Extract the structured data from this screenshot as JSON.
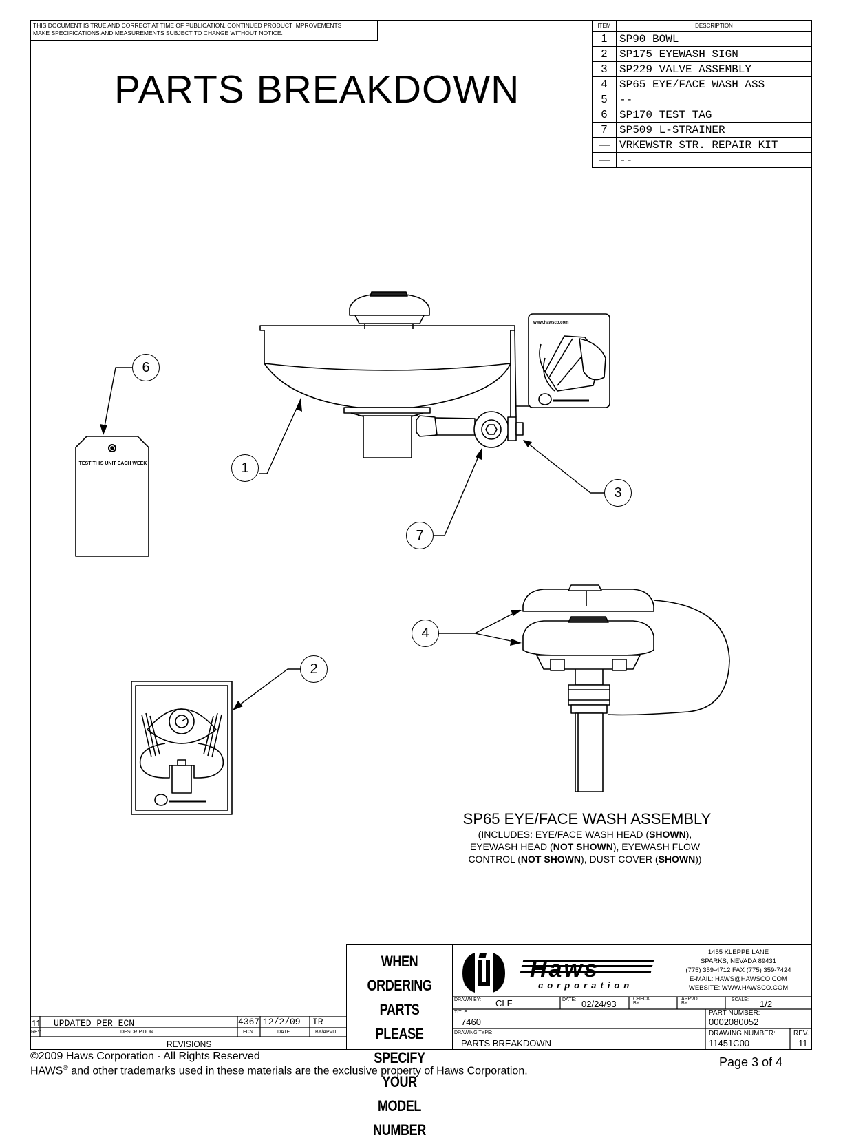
{
  "notice": {
    "line1": "THIS DOCUMENT IS TRUE AND CORRECT AT TIME OF PUBLICATION. CONTINUED PRODUCT IMPROVEMENTS",
    "line2": "MAKE SPECIFICATIONS AND MEASUREMENTS SUBJECT TO CHANGE WITHOUT NOTICE."
  },
  "title": "PARTS BREAKDOWN",
  "parts_table": {
    "col_item": "ITEM",
    "col_desc": "DESCRIPTION",
    "rows": [
      {
        "item": "1",
        "desc": "SP90 BOWL"
      },
      {
        "item": "2",
        "desc": "SP175 EYEWASH SIGN"
      },
      {
        "item": "3",
        "desc": "SP229 VALVE ASSEMBLY"
      },
      {
        "item": "4",
        "desc": "SP65 EYE/FACE WASH ASS"
      },
      {
        "item": "5",
        "desc": "--"
      },
      {
        "item": "6",
        "desc": "SP170 TEST TAG"
      },
      {
        "item": "7",
        "desc": "SP509 L-STRAINER"
      },
      {
        "item": "—",
        "desc": "VRKEWSTR STR. REPAIR KIT"
      },
      {
        "item": "—",
        "desc": "--"
      }
    ]
  },
  "callouts": [
    "1",
    "2",
    "3",
    "4",
    "6",
    "7"
  ],
  "sign_url": "www.hawsco.com",
  "tag_text": "TEST THIS UNIT EACH WEEK",
  "assembly_caption": {
    "title": "SP65 EYE/FACE WASH ASSEMBLY",
    "line1_pre": "(INCLUDES: EYE/FACE WASH HEAD (",
    "line1_bold": "SHOWN",
    "line1_post": "),",
    "line2_pre": "EYEWASH HEAD (",
    "line2_bold": "NOT SHOWN",
    "line2_post": "), EYEWASH FLOW",
    "line3_pre": "CONTROL (",
    "line3_bold": "NOT SHOWN",
    "line3_mid": "), DUST COVER (",
    "line3_bold2": "SHOWN",
    "line3_post": "))"
  },
  "ordering": [
    "WHEN ORDERING",
    "PARTS PLEASE",
    "SPECIFY YOUR",
    "MODEL NUMBER"
  ],
  "logo": {
    "name": "Haws",
    "sub": "corporation"
  },
  "address": {
    "street": "1455 KLEPPE LANE",
    "city": "SPARKS, NEVADA 89431",
    "phone": "(775) 359-4712    FAX (775) 359-7424",
    "email": "E-MAIL: HAWS@HAWSCO.COM",
    "web": "WEBSITE: WWW.HAWSCO.COM"
  },
  "title_block": {
    "drawn_by_label": "DRAWN BY:",
    "drawn_by": "CLF",
    "date_label": "DATE:",
    "date": "02/24/93",
    "check_label": "CHECK BY:",
    "apvd_label": "APPVD BY:",
    "scale_label": "SCALE:",
    "scale": "1/2",
    "title_label": "TITLE:",
    "title": "7460",
    "part_number_label": "PART NUMBER:",
    "part_number": "0002080052",
    "drawing_type_label": "DRAWING TYPE:",
    "drawing_type": "PARTS BREAKDOWN",
    "drawing_number_label": "DRAWING NUMBER:",
    "drawing_number": "11451C00",
    "rev_label": "REV.",
    "rev": "11"
  },
  "revisions": {
    "row": {
      "rev": "11",
      "desc": "UPDATED PER ECN",
      "ecn": "4367",
      "date": "12/2/09",
      "by": "IR"
    },
    "headers": {
      "rev": "REV",
      "desc": "DESCRIPTION",
      "ecn": "ECN",
      "date": "DATE",
      "by": "BY/APVD"
    },
    "title": "REVISIONS"
  },
  "footer": {
    "copyright": "©2009 Haws Corporation - All Rights Reserved",
    "trademark_pre": "HAWS",
    "trademark_sup": "®",
    "trademark_post": " and other trademarks used in these materials are the exclusive property of Haws Corporation.",
    "page": "Page 3 of 4"
  }
}
